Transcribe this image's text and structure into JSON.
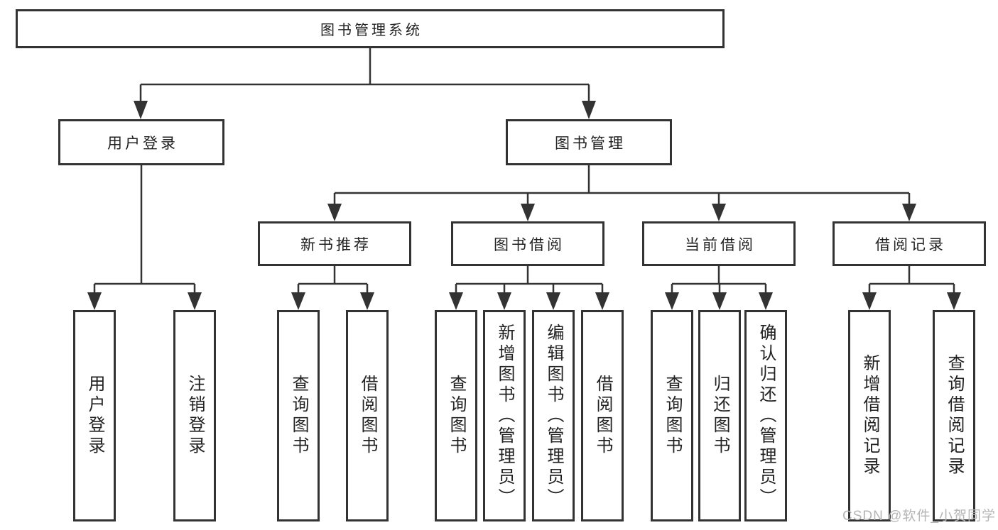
{
  "tree": {
    "root": "图书管理系统",
    "children": [
      {
        "label": "用户登录",
        "children": [
          {
            "label": "用户登录"
          },
          {
            "label": "注销登录"
          }
        ]
      },
      {
        "label": "图书管理",
        "children": [
          {
            "label": "新书推荐",
            "children": [
              {
                "label": "查询图书"
              },
              {
                "label": "借阅图书"
              }
            ]
          },
          {
            "label": "图书借阅",
            "children": [
              {
                "label": "查询图书"
              },
              {
                "label": "新增图书（管理员）"
              },
              {
                "label": "编辑图书（管理员）"
              },
              {
                "label": "借阅图书"
              }
            ]
          },
          {
            "label": "当前借阅",
            "children": [
              {
                "label": "查询图书"
              },
              {
                "label": "归还图书"
              },
              {
                "label": "确认归还（管理员）"
              }
            ]
          },
          {
            "label": "借阅记录",
            "children": [
              {
                "label": "新增借阅记录"
              },
              {
                "label": "查询借阅记录"
              }
            ]
          }
        ]
      }
    ]
  },
  "watermark": {
    "text": "CSDN @软件_小贺同学"
  },
  "colors": {
    "line": "#333333",
    "box_border": "#333333",
    "text": "#222222",
    "watermark": "#b5b5b5",
    "background": "#ffffff"
  }
}
